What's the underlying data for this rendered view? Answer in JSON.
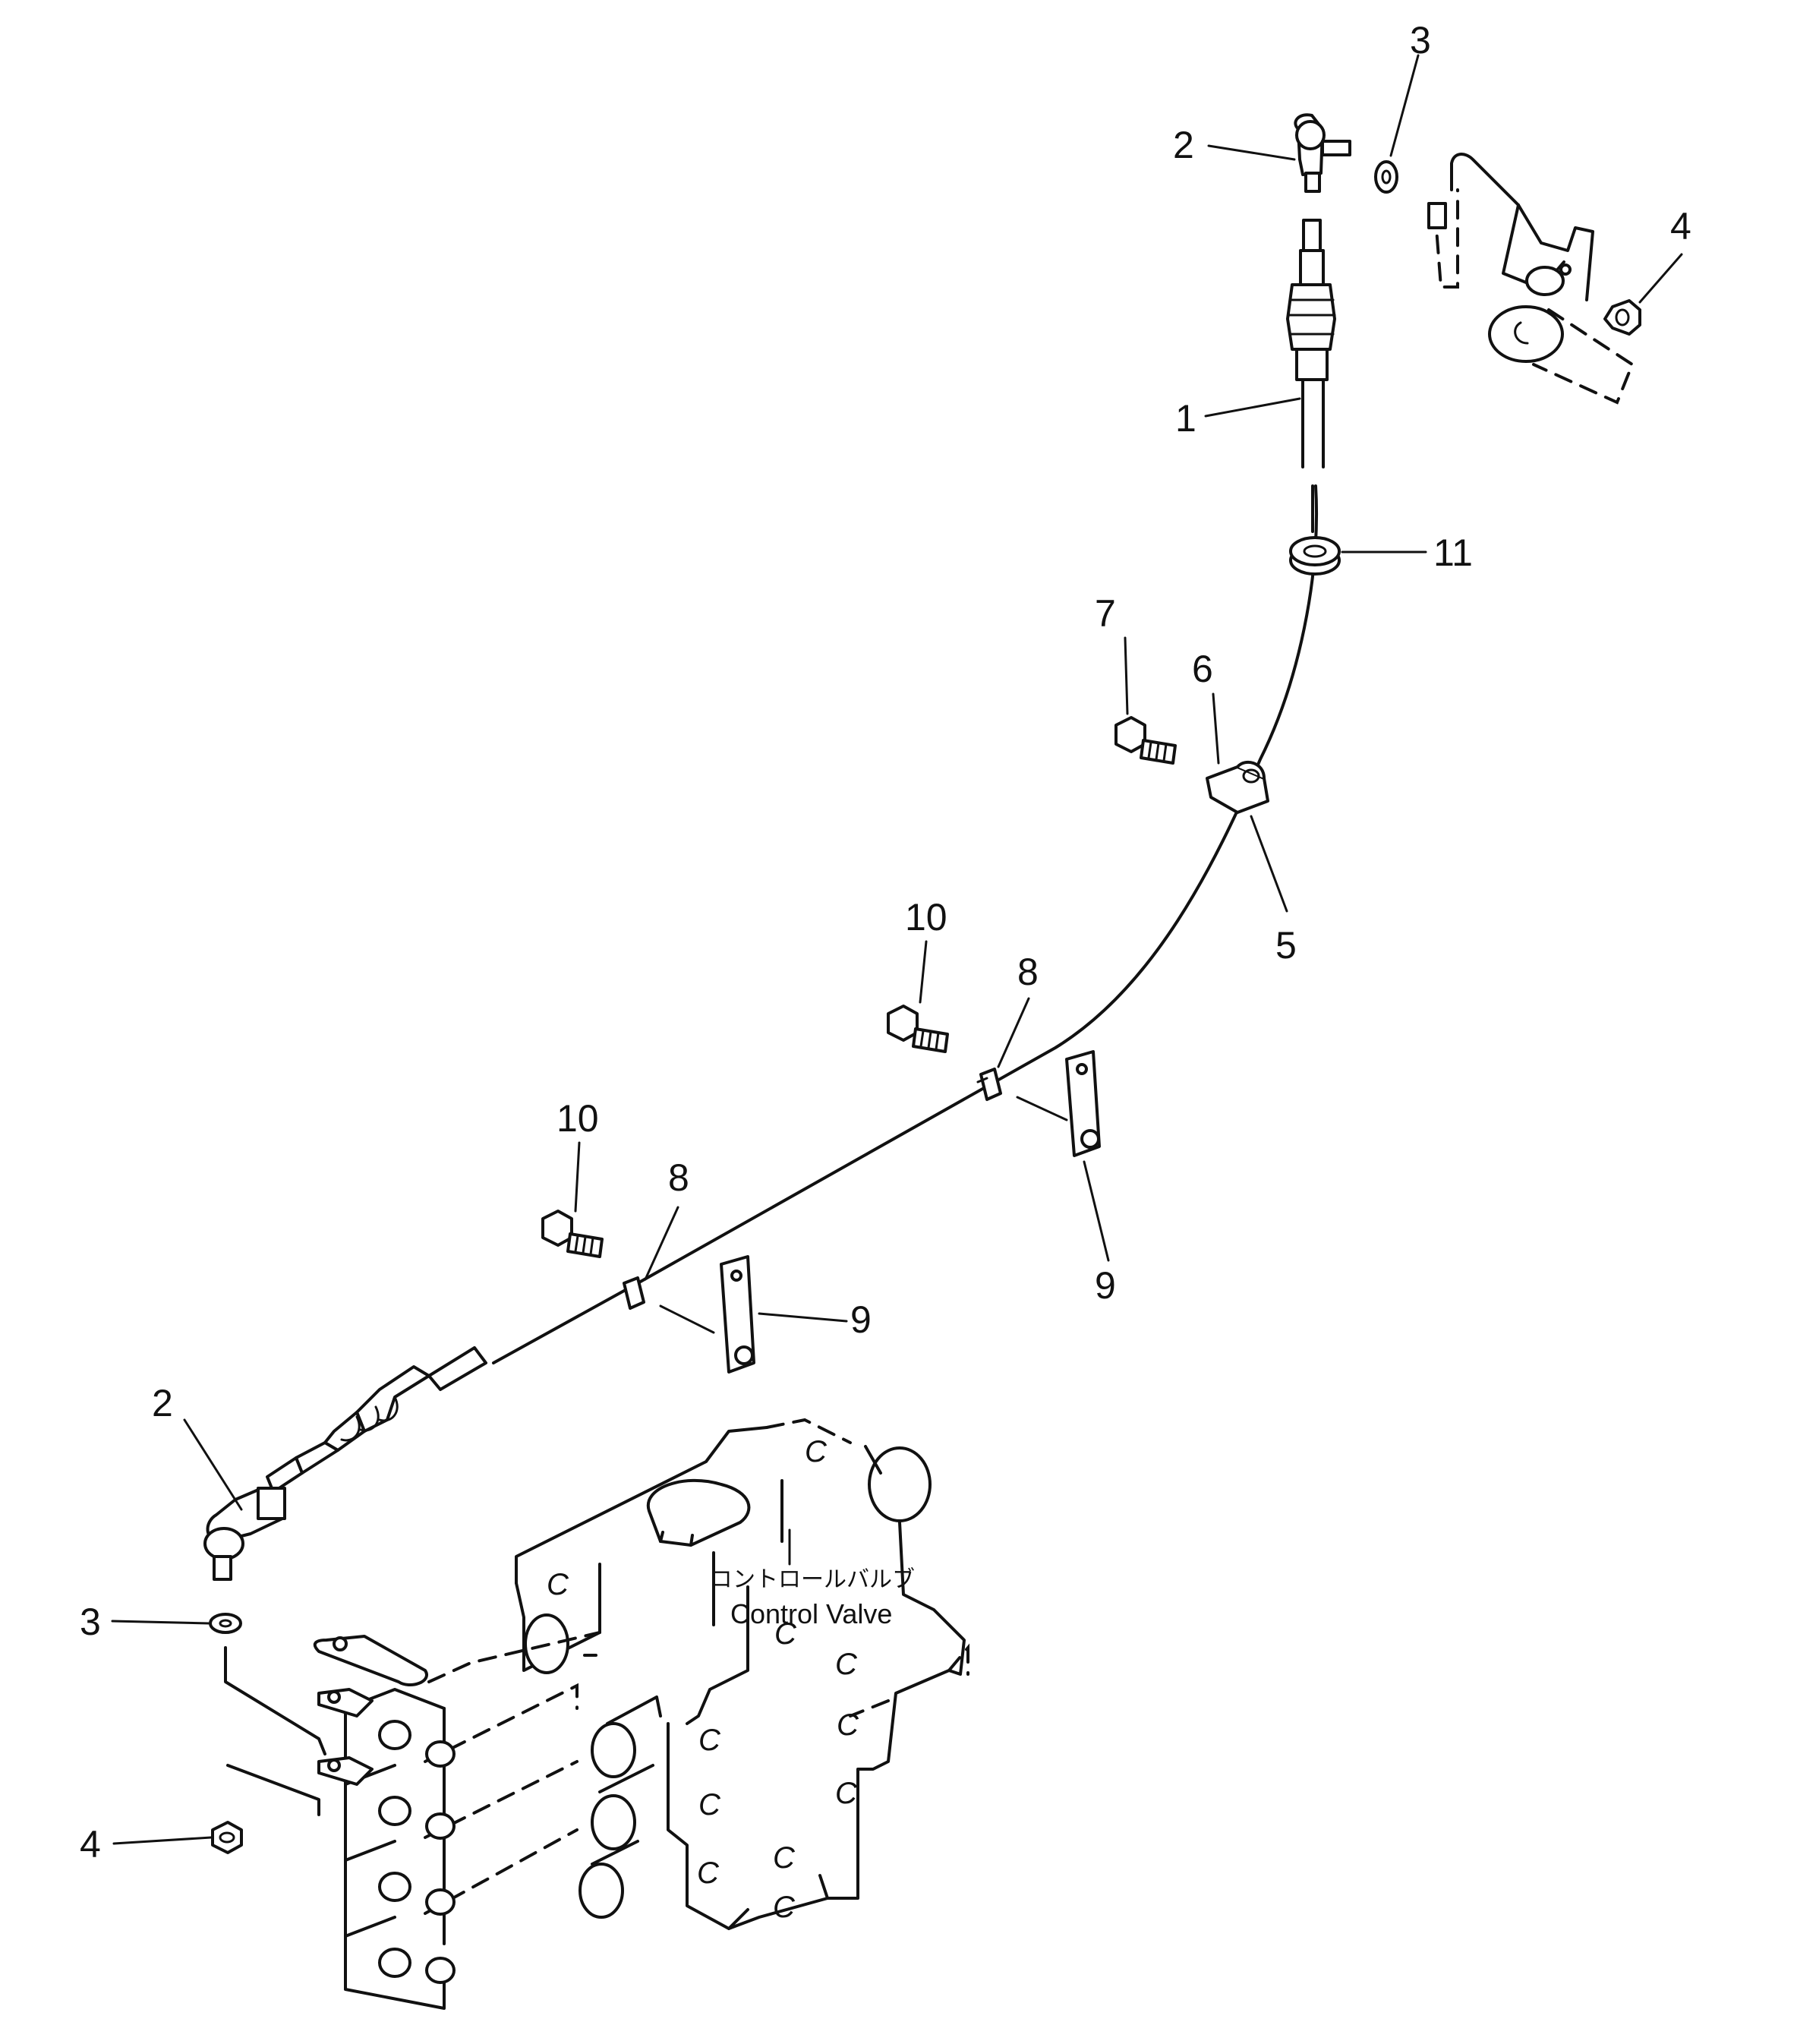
{
  "callouts": {
    "n1": "1",
    "n2": "2",
    "n3": "3",
    "n4": "4",
    "n5": "5",
    "n6": "6",
    "n7": "7",
    "n8": "8",
    "n9": "9",
    "n10": "10",
    "n11": "11"
  },
  "caption": {
    "japanese": "コントロールバルブ",
    "english": "Control Valve"
  },
  "port_mark": "C"
}
